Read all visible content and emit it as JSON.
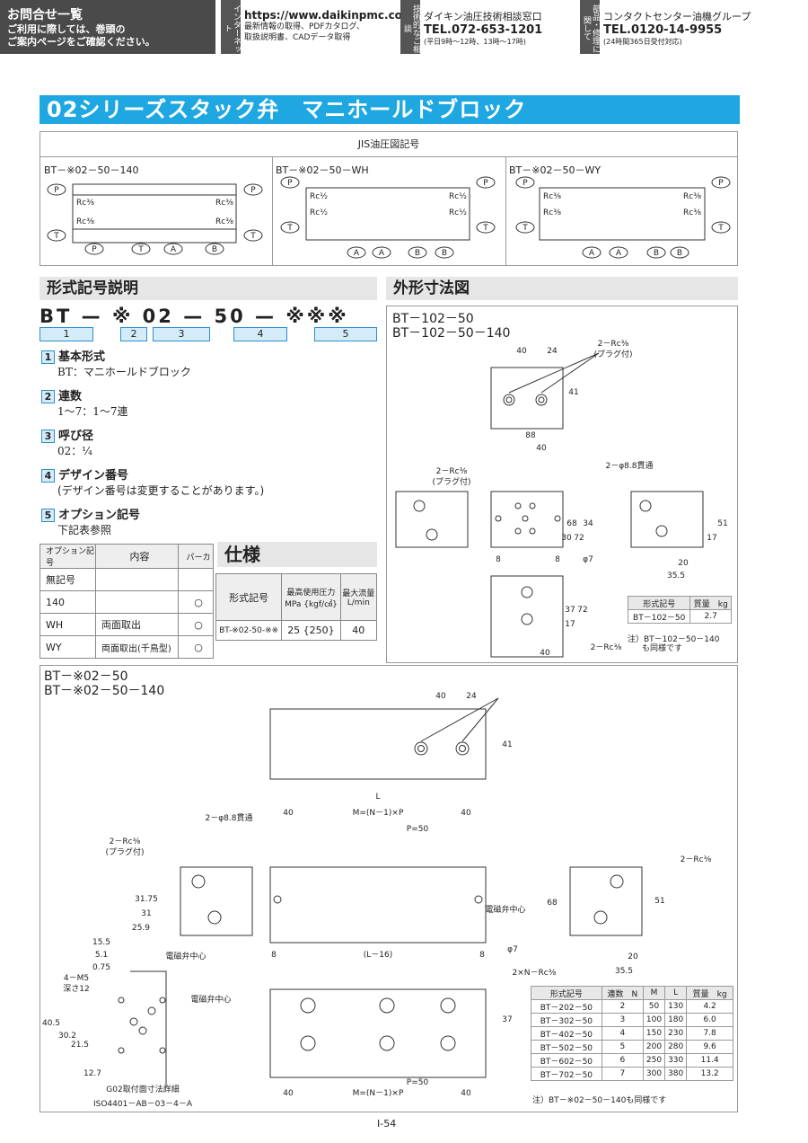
{
  "header": {
    "contact_title": "お問合せ一覧",
    "contact_note1": "ご利用に際しては、巻頭の",
    "contact_note2": "ご案内ページをご確認ください。",
    "internet_label": "インターネット",
    "url": "https://www.daikinpmc.com",
    "url_desc1": "最新情報の取得、PDFカタログ、",
    "url_desc2": "取扱説明書、CADデータ取得",
    "tech_label": "技術的なご相談",
    "tech_name": "ダイキン油圧技術相談窓口",
    "tech_tel": "TEL.072-653-1201",
    "tech_hours": "(平日9時～12時、13時～17時)",
    "parts_label": "部品・修理に関して",
    "parts_name": "コンタクトセンター油機グループ",
    "parts_tel": "TEL.0120-14-9955",
    "parts_hours": "(24時間365日受付対応)"
  },
  "title": "02シリーズスタック弁　マニホールドブロック",
  "jis": {
    "heading": "JIS油圧図記号",
    "d1": "BT－※02－50－140",
    "d2": "BT－※02－50－WH",
    "d3": "BT－※02－50－WY",
    "P": "P",
    "T": "T",
    "A": "A",
    "B": "B",
    "rc38": "Rc⅜",
    "rc12": "Rc½"
  },
  "model": {
    "heading": "形式記号説明",
    "code": "BT — ※ 02 — 50 — ※※※",
    "n1": "1",
    "n2": "2",
    "n3": "3",
    "n4": "4",
    "n5": "5",
    "i1_title": "基本形式",
    "i1_text": "BT：マニホールドブロック",
    "i2_title": "連数",
    "i2_text": "1～7：1～7連",
    "i3_title": "呼び径",
    "i3_text": "02：¼",
    "i4_title": "デザイン番号",
    "i4_text": "(デザイン番号は変更することがあります。)",
    "i5_title": "オプション記号",
    "i5_text": "下記表参照"
  },
  "options": {
    "h_code": "オプション記号",
    "h_content": "内容",
    "h_parker": "パーカ",
    "rows": [
      {
        "code": "無記号",
        "content": "",
        "mark": ""
      },
      {
        "code": "140",
        "content": "",
        "mark": "○"
      },
      {
        "code": "WH",
        "content": "両面取出",
        "mark": "○"
      },
      {
        "code": "WY",
        "content": "両面取出(千鳥型)",
        "mark": "○"
      }
    ]
  },
  "spec": {
    "heading": "仕様",
    "h_model": "形式記号",
    "h_press1": "最高使用圧力",
    "h_press2": "MPa {kgf/㎠}",
    "h_flow1": "最大流量",
    "h_flow2": "L/min",
    "model": "BT-※02-50-※※",
    "press": "25 {250}",
    "flow": "40"
  },
  "outline": {
    "heading": "外形寸法図",
    "m1": "BT－102－50",
    "m2": "BT－102－50－140",
    "plug": "(プラグ付)",
    "rc2": "2－Rc⅜",
    "thru": "2－φ8.8貫通",
    "sol": "電磁弁中心",
    "phi7": "φ7",
    "dims": [
      "40",
      "24",
      "41",
      "88",
      "40",
      "68",
      "34",
      "30",
      "72",
      "8",
      "8",
      "51",
      "17",
      "20",
      "35.5",
      "37",
      "72",
      "17",
      "40"
    ],
    "w_h1": "形式記号",
    "w_h2": "質量　kg",
    "w_model": "BT－102－50",
    "w_mass": "2.7",
    "note": "注）BT－102－50－140",
    "note2": "も同様です"
  },
  "multi": {
    "m1": "BT－※02－50",
    "m2": "BT－※02－50－140",
    "L": "L",
    "MNP": "M=(N－1)×P",
    "P50": "P=50",
    "L16": "(L－16)",
    "NRc": "2×N－Rc⅜",
    "g02": "G02取付面寸法詳細",
    "iso": "ISO4401－AB－03－4－A",
    "m5": "4－M5",
    "depth": "深さ12",
    "gdims": [
      "31.75",
      "31",
      "25.9",
      "15.5",
      "5.1",
      "0.75",
      "40.5",
      "30.2",
      "21.5",
      "12.7"
    ],
    "table_headers": [
      "形式記号",
      "連数　N",
      "M",
      "L",
      "質量　kg"
    ],
    "table_rows": [
      [
        "BT－202－50",
        "2",
        "50",
        "130",
        "4.2"
      ],
      [
        "BT－302－50",
        "3",
        "100",
        "180",
        "6.0"
      ],
      [
        "BT－402－50",
        "4",
        "150",
        "230",
        "7.8"
      ],
      [
        "BT－502－50",
        "5",
        "200",
        "280",
        "9.6"
      ],
      [
        "BT－602－50",
        "6",
        "250",
        "330",
        "11.4"
      ],
      [
        "BT－702－50",
        "7",
        "300",
        "380",
        "13.2"
      ]
    ],
    "note": "注）BT－※02－50－140も同様です"
  },
  "page_no": "I-54"
}
